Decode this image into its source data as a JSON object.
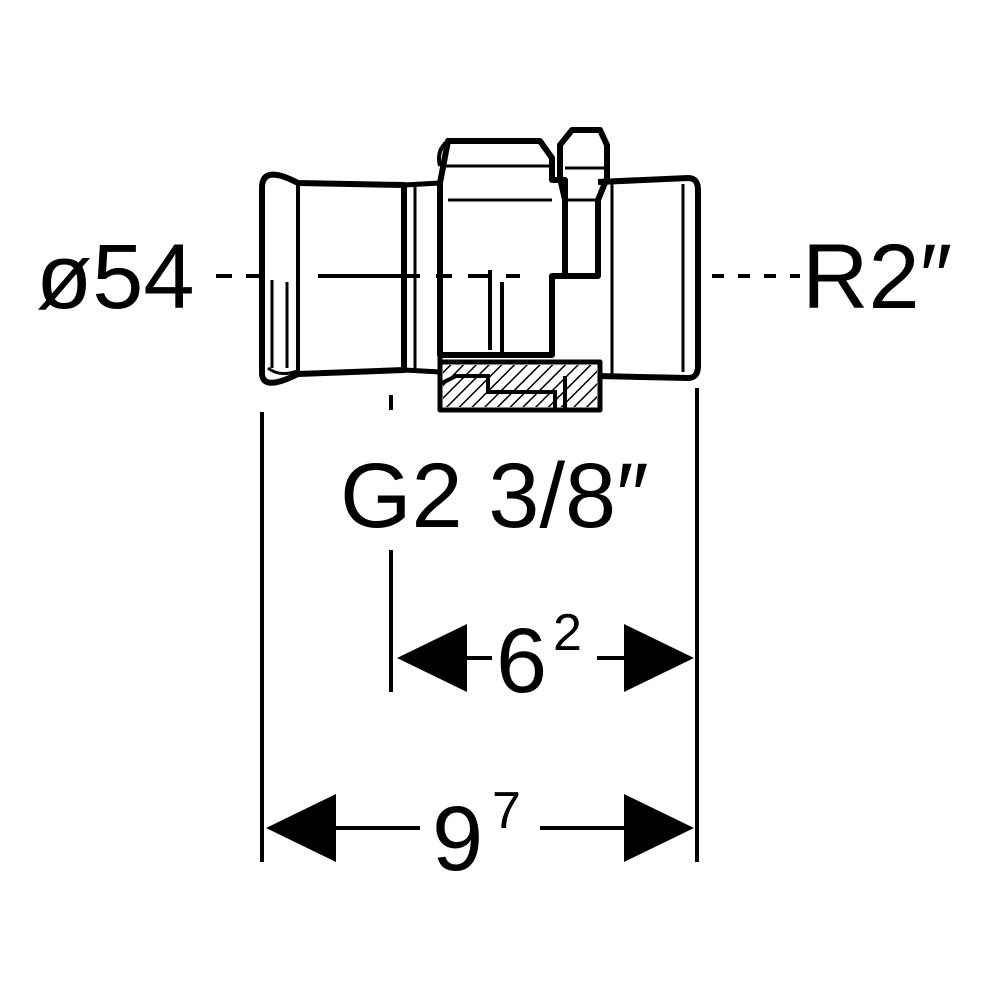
{
  "labels": {
    "left_diameter": "ø54",
    "right_thread": "R2″",
    "union_thread": "G2 3/8″"
  },
  "dimensions": {
    "short": {
      "base": "6",
      "sup": "2"
    },
    "overall": {
      "base": "9",
      "sup": "7"
    }
  }
}
